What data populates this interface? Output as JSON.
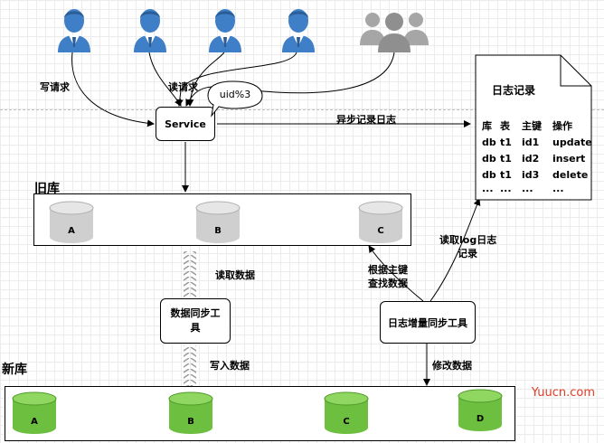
{
  "labels": {
    "write_request": "写请求",
    "read_request": "读请求",
    "uid_mod": "uid%3",
    "service": "Service",
    "async_log": "异步记录日志",
    "old_db": "旧库",
    "new_db": "新库",
    "read_data": "读取数据",
    "write_data": "写入数据",
    "data_sync_tool": "数据同步工具",
    "log_sync_tool": "日志增量同步工具",
    "find_by_key_1": "根据主键",
    "find_by_key_2": "查找数据",
    "read_log_1": "读取log日志",
    "read_log_2": "记录",
    "modify_data": "修改数据",
    "watermark": "Yuucn.com"
  },
  "log_card": {
    "title": "日志记录",
    "headers": [
      "库",
      "表",
      "主键",
      "操作"
    ],
    "rows": [
      [
        "db",
        "t1",
        "id1",
        "update"
      ],
      [
        "db",
        "t1",
        "id2",
        "insert"
      ],
      [
        "db",
        "t1",
        "id3",
        "delete"
      ],
      [
        "...",
        "...",
        "...",
        "..."
      ]
    ]
  },
  "old_databases": [
    "A",
    "B",
    "C"
  ],
  "new_databases": [
    "A",
    "B",
    "C",
    "D"
  ],
  "colors": {
    "user_blue": "#3f7fc7",
    "group_gray": "#a6a6a6",
    "old_db_gray": "#cfcfcf",
    "new_db_green": "#6cbf3f",
    "watermark": "#e23b24"
  }
}
